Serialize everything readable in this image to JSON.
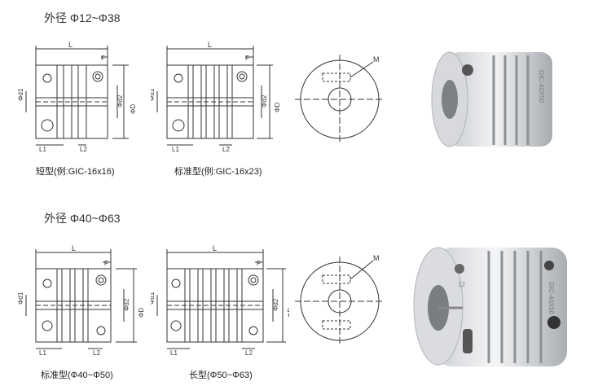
{
  "section1": {
    "title": "外径 Φ12~Φ38",
    "short_caption": "短型(例:GIC-16x16)",
    "standard_caption": "标准型(例:GIC-16x23)"
  },
  "section2": {
    "title": "外径 Φ40~Φ63",
    "standard_caption": "标准型(Φ40~Φ50)",
    "long_caption": "长型(Φ50~Φ63)"
  },
  "dims": {
    "L": "L",
    "F": "F",
    "d1": "Φd1",
    "d2": "Φd2",
    "D": "ΦD",
    "L1": "L1",
    "L2": "L2",
    "M": "M"
  },
  "photos": {
    "top_engraving": "GIC-40X50",
    "bottom_engraving": "GIC-40X50",
    "bottom_number": "12"
  },
  "colors": {
    "line": "#333333",
    "accent": "#555555"
  }
}
